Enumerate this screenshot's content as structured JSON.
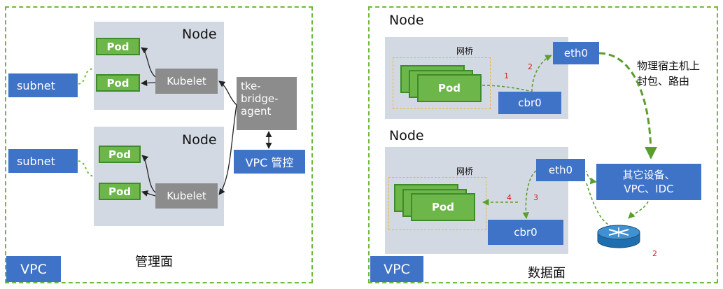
{
  "left": {
    "vpc_label": "VPC",
    "plane_label": "管理面",
    "nodes": [
      {
        "label": "Node",
        "pods": [
          "Pod",
          "Pod"
        ],
        "kubelet": "Kubelet"
      },
      {
        "label": "Node",
        "pods": [
          "Pod",
          "Pod"
        ],
        "kubelet": "Kubelet"
      }
    ],
    "subnets": [
      "subnet",
      "subnet"
    ],
    "agent": "tke-\nbridge-\nagent",
    "vpc_control": "VPC 管控"
  },
  "right": {
    "vpc_label": "VPC",
    "plane_label": "数据面",
    "nodes": [
      {
        "label": "Node",
        "bridge_label": "网桥",
        "pod": "Pod",
        "eth": "eth0",
        "cbr": "cbr0"
      },
      {
        "label": "Node",
        "bridge_label": "网桥",
        "pod": "Pod",
        "eth": "eth0",
        "cbr": "cbr0"
      }
    ],
    "host_note": "物理宿主机上\n封包、路由",
    "other_devices": "其它设备、\nVPC、IDC",
    "step_numbers": [
      "1",
      "2",
      "4",
      "3",
      "2"
    ]
  },
  "colors": {
    "panel_border": "#6fba3c",
    "node_bg": "#d3d9e3",
    "blue_box": "#3f73c8",
    "pod_green": "#6db64a",
    "agent_gray": "#8c8c8c",
    "bridge_border": "#e9b43a",
    "arrow_green": "#5a9e2f",
    "step_red": "#d21f1f"
  },
  "icons": [
    "router-icon"
  ]
}
